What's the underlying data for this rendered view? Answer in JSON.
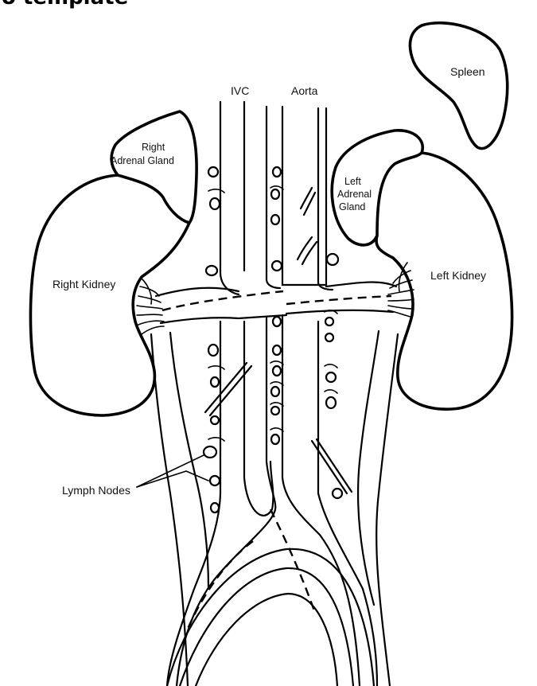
{
  "header": {
    "title": "o template"
  },
  "labels": {
    "ivc": "IVC",
    "aorta": "Aorta",
    "spleen": "Spleen",
    "right_adrenal_line1": "Right",
    "right_adrenal_line2": "Adrenal Gland",
    "left_adrenal_line1": "Left",
    "left_adrenal_line2": "Adrenal",
    "left_adrenal_line3": "Gland",
    "right_kidney": "Right Kidney",
    "left_kidney": "Left Kidney",
    "lymph_nodes": "Lymph Nodes"
  }
}
